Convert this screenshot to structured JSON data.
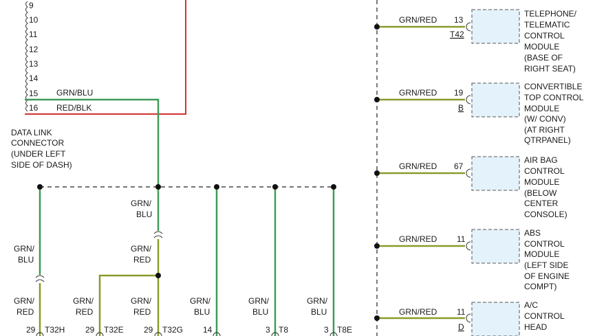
{
  "colors": {
    "grn_blu_wire": "#3e9a58",
    "grn_red_wire": "#8a9a2a",
    "red_blk_wire": "#d23030",
    "module_fill": "#e4f2fb"
  },
  "data_link_connector": {
    "pins": [
      "9",
      "10",
      "11",
      "12",
      "13",
      "14",
      "15",
      "16"
    ],
    "wire_15": "GRN/BLU",
    "wire_16": "RED/BLK",
    "label": [
      "DATA LINK",
      "CONNECTOR",
      "(UNDER LEFT",
      "SIDE OF DASH)"
    ]
  },
  "left_drops": {
    "d1": {
      "upper_color": [
        "GRN/",
        "BLU"
      ],
      "lower_color": [
        "GRN/",
        "RED"
      ],
      "pin": "29",
      "connector": "T32H"
    },
    "d2": {
      "color": [
        "GRN/",
        "RED"
      ],
      "pin": "29",
      "connector": "T32E"
    },
    "d3": {
      "upper_color": [
        "GRN/",
        "BLU"
      ],
      "middle_color": [
        "GRN/",
        "RED"
      ],
      "lower_color": [
        "GRN/",
        "RED"
      ],
      "pin": "29",
      "connector": "T32G"
    },
    "d4": {
      "color": [
        "GRN/",
        "BLU"
      ],
      "pin": "14",
      "connector": ""
    },
    "d5": {
      "color": [
        "GRN/",
        "BLU"
      ],
      "pin": "3",
      "connector": "T8"
    },
    "d6": {
      "color": [
        "GRN/",
        "BLU"
      ],
      "pin": "3",
      "connector": "T8E"
    }
  },
  "modules": [
    {
      "wire": "GRN/RED",
      "pin": "13",
      "connector": "T42",
      "label": [
        "TELEPHONE/",
        "TELEMATIC",
        "CONTROL",
        "MODULE",
        "(BASE OF",
        "RIGHT SEAT)"
      ]
    },
    {
      "wire": "GRN/RED",
      "pin": "19",
      "connector": "B",
      "label": [
        "CONVERTIBLE",
        "TOP CONTROL",
        "MODULE",
        "(W/ CONV)",
        "(AT RIGHT",
        "QTRPANEL)"
      ]
    },
    {
      "wire": "GRN/RED",
      "pin": "67",
      "connector": "",
      "label": [
        "AIR BAG",
        "CONTROL",
        "MODULE",
        "(BELOW",
        "CENTER",
        "CONSOLE)"
      ]
    },
    {
      "wire": "GRN/RED",
      "pin": "11",
      "connector": "",
      "label": [
        "ABS",
        "CONTROL",
        "MODULE",
        "(LEFT SIDE",
        "OF ENGINE",
        "COMPT)"
      ]
    },
    {
      "wire": "GRN/RED",
      "pin": "11",
      "connector": "D",
      "label": [
        "A/C",
        "CONTROL",
        "HEAD"
      ]
    }
  ]
}
